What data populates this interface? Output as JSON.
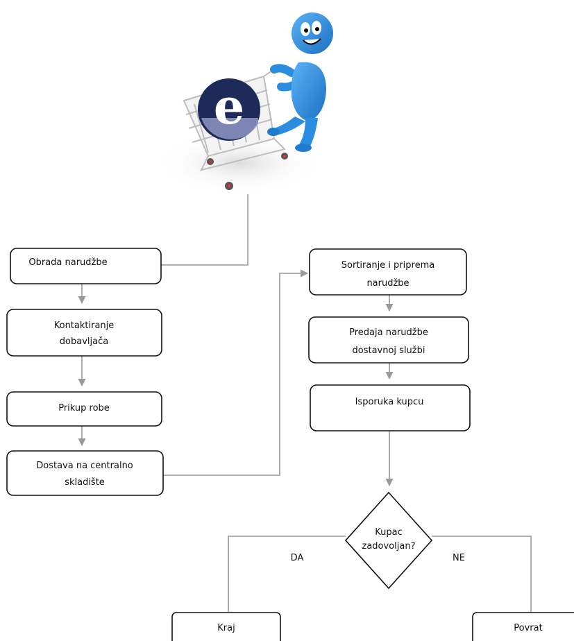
{
  "nodes": {
    "obrada": "Obrada narudžbe",
    "kontaktiranje_1": "Kontaktiranje",
    "kontaktiranje_2": "dobavljača",
    "prikup": "Prikup robe",
    "dostava_1": "Dostava na centralno",
    "dostava_2": "skladište",
    "sortiranje_1": "Sortiranje i priprema",
    "sortiranje_2": "narudžbe",
    "predaja_1": "Predaja narudžbe",
    "predaja_2": "dostavnoj službi",
    "isporuka": "Isporuka kupcu",
    "decision_1": "Kupac",
    "decision_2": "zadovoljan?",
    "kraj": "Kraj",
    "povrat": "Povrat"
  },
  "edges": {
    "yes": "DA",
    "no": "NE"
  },
  "illustration": {
    "icon": "shopping-cart-icon",
    "logo_letter": "e",
    "colors": {
      "figure": "#2a8de0",
      "logo": "#1e2a5a"
    }
  },
  "colors": {
    "connector": "#9a9a9a",
    "box_border": "#111111"
  }
}
